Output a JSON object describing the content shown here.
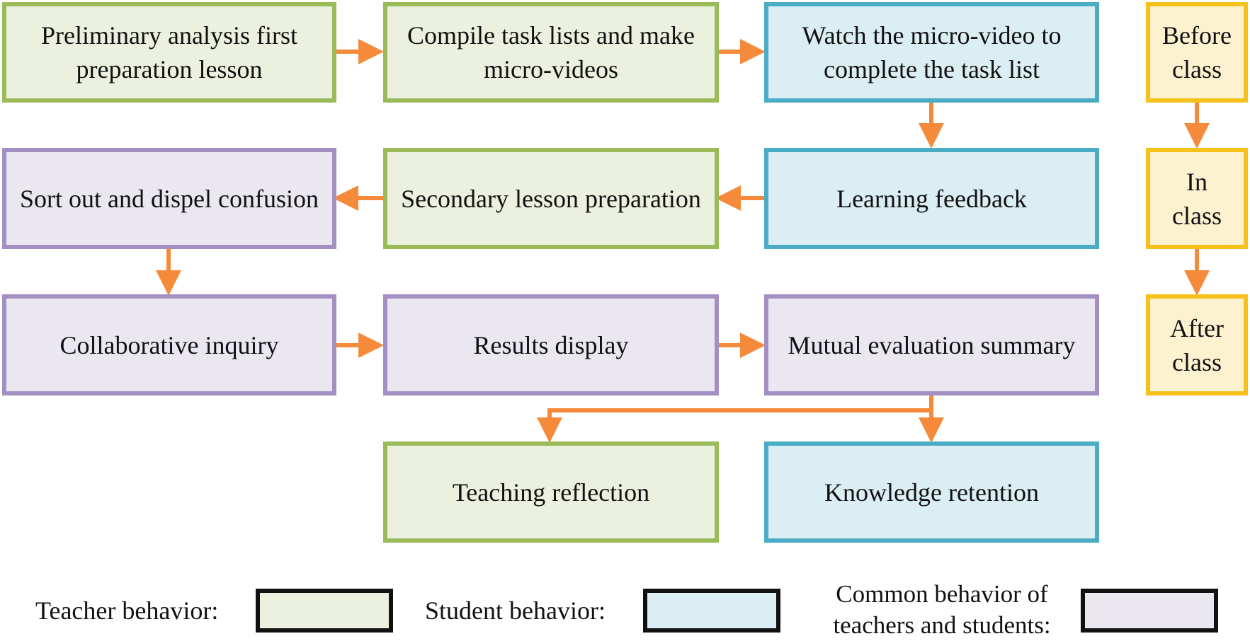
{
  "colors": {
    "teacher_fill": "#ebf1de",
    "teacher_border": "#9bbb59",
    "student_fill": "#dbeef4",
    "student_border": "#4bacc6",
    "common_fill": "#ebe7f0",
    "common_border": "#a48fc2",
    "phase_fill": "#fdf2d0",
    "phase_border": "#f6c11a",
    "arrow": "#f58a3a"
  },
  "nodes": {
    "preliminary": "Preliminary analysis first preparation lesson",
    "compile": "Compile task lists and make micro-videos",
    "watch": "Watch the micro-video to complete the task list",
    "sort": "Sort out and dispel confusion",
    "secondary": "Secondary lesson preparation",
    "feedback": "Learning feedback",
    "collaborative": "Collaborative inquiry",
    "results": "Results display",
    "mutual": "Mutual evaluation summary",
    "reflection": "Teaching reflection",
    "retention": "Knowledge retention"
  },
  "phases": {
    "before": "Before class",
    "in": "In class",
    "after": "After class"
  },
  "legend": {
    "teacher": "Teacher behavior:",
    "student": "Student behavior:",
    "common": "Common behavior of teachers and students:"
  }
}
